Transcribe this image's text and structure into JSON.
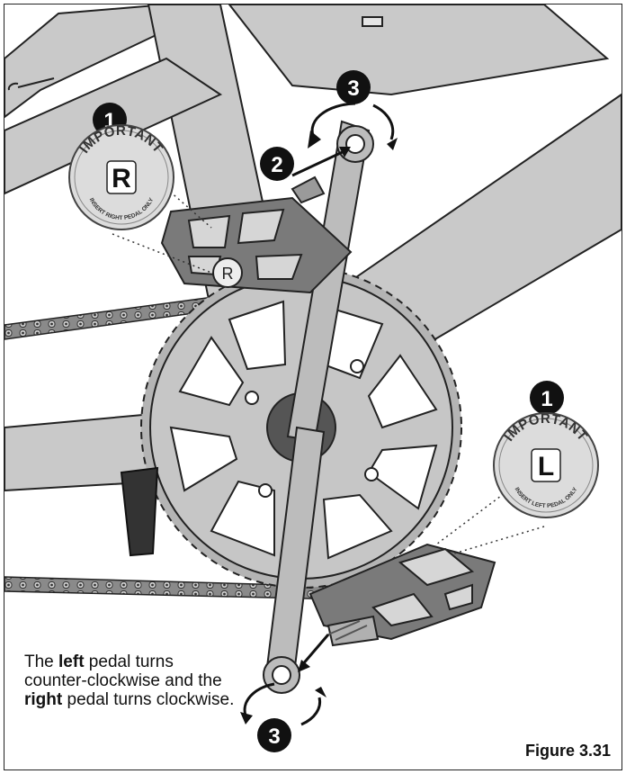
{
  "badges": {
    "right": {
      "word": "IMPORTANT",
      "letter": "R",
      "subtext": "INSERT RIGHT PEDAL ONLY"
    },
    "left": {
      "word": "IMPORTANT",
      "letter": "L",
      "subtext": "INSERT LEFT PEDAL ONLY"
    }
  },
  "pedal_marker": "R",
  "steps": {
    "one": "1",
    "two": "2",
    "three": "3"
  },
  "caption": {
    "part1": "The ",
    "left_word": "left",
    "part2": " pedal turns counter-clockwise and the ",
    "right_word": "right",
    "part3": " pedal turns clockwise."
  },
  "figure_label": "Figure 3.31",
  "colors": {
    "frame": "#c9c9c9",
    "outline": "#222222",
    "pedal": "#7a7a7a",
    "badge_fill": "#dcdcdc",
    "step_fill": "#111111"
  }
}
